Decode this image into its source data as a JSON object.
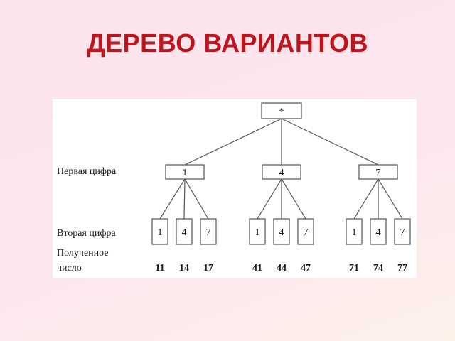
{
  "title": "ДЕРЕВО ВАРИАНТОВ",
  "labels": {
    "first_digit": "Первая цифра",
    "second_digit": "Вторая цифра",
    "result_line1": "Полученное",
    "result_line2": "число"
  },
  "tree": {
    "root": "*",
    "first": [
      "1",
      "4",
      "7"
    ],
    "second": [
      [
        "1",
        "4",
        "7"
      ],
      [
        "1",
        "4",
        "7"
      ],
      [
        "1",
        "4",
        "7"
      ]
    ],
    "results": [
      "11",
      "14",
      "17",
      "41",
      "44",
      "47",
      "71",
      "74",
      "77"
    ]
  },
  "colors": {
    "title": "#c0141c",
    "lines": "#555555"
  }
}
